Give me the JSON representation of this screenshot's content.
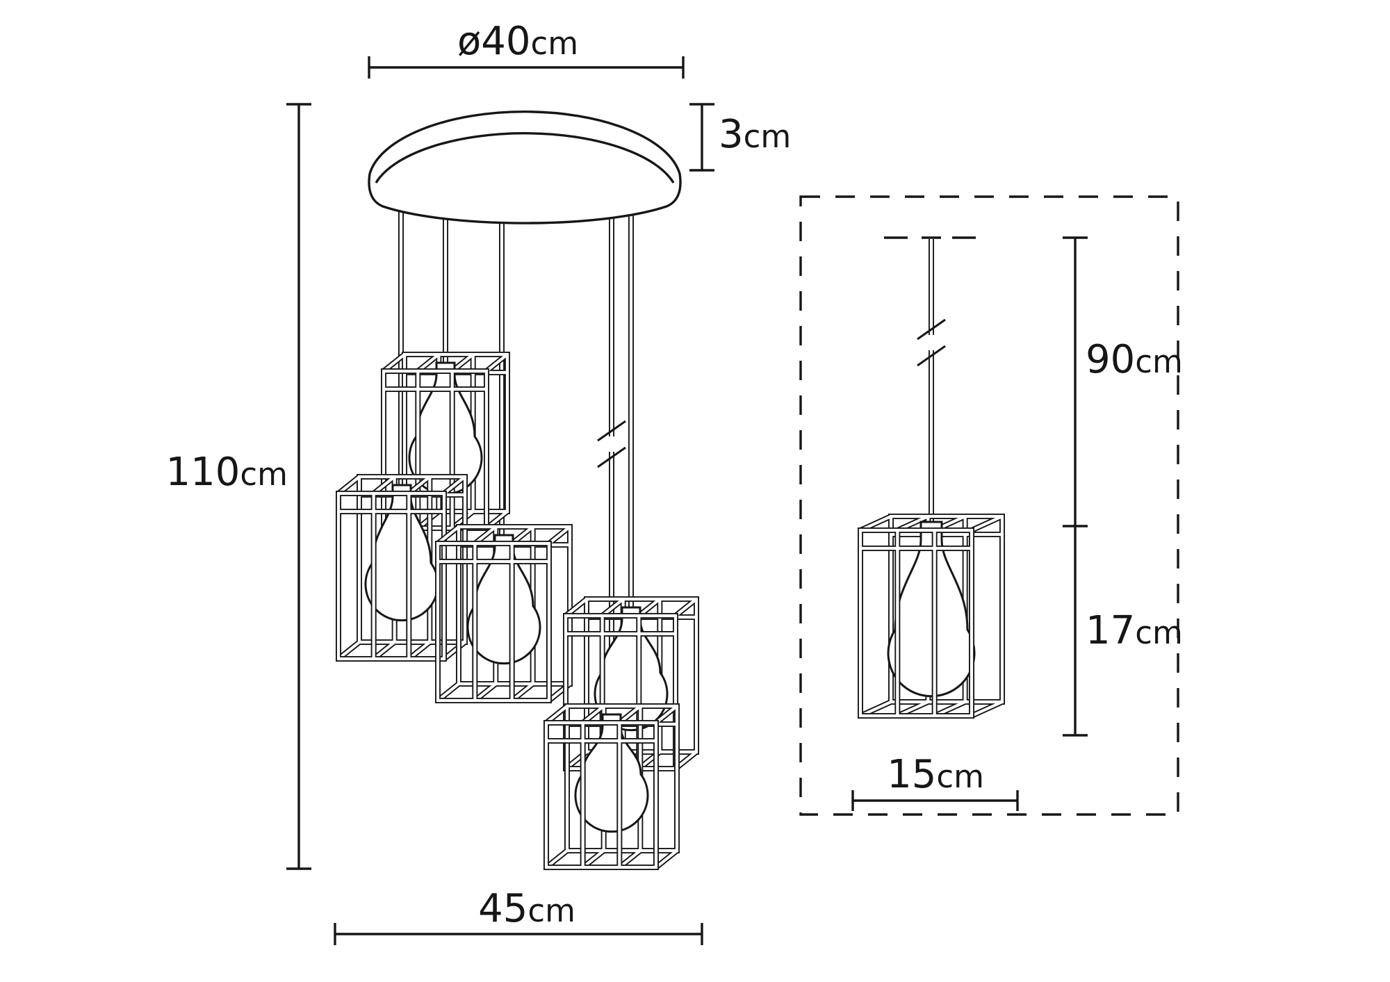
{
  "page": {
    "background": "#ffffff",
    "line_color": "#161616",
    "description": "Technical dimension drawing of a 5-light cascading cage pendant lamp with single-pendant detail view"
  },
  "labels": {
    "diameter": {
      "value": "ø40",
      "unit": "cm"
    },
    "canopy_height": {
      "value": "3",
      "unit": "cm"
    },
    "overall_height": {
      "value": "110",
      "unit": "cm"
    },
    "cluster_width": {
      "value": "45",
      "unit": "cm"
    },
    "cord_length": {
      "value": "90",
      "unit": "cm"
    },
    "shade_height": {
      "value": "17",
      "unit": "cm"
    },
    "shade_width": {
      "value": "15",
      "unit": "cm"
    }
  }
}
